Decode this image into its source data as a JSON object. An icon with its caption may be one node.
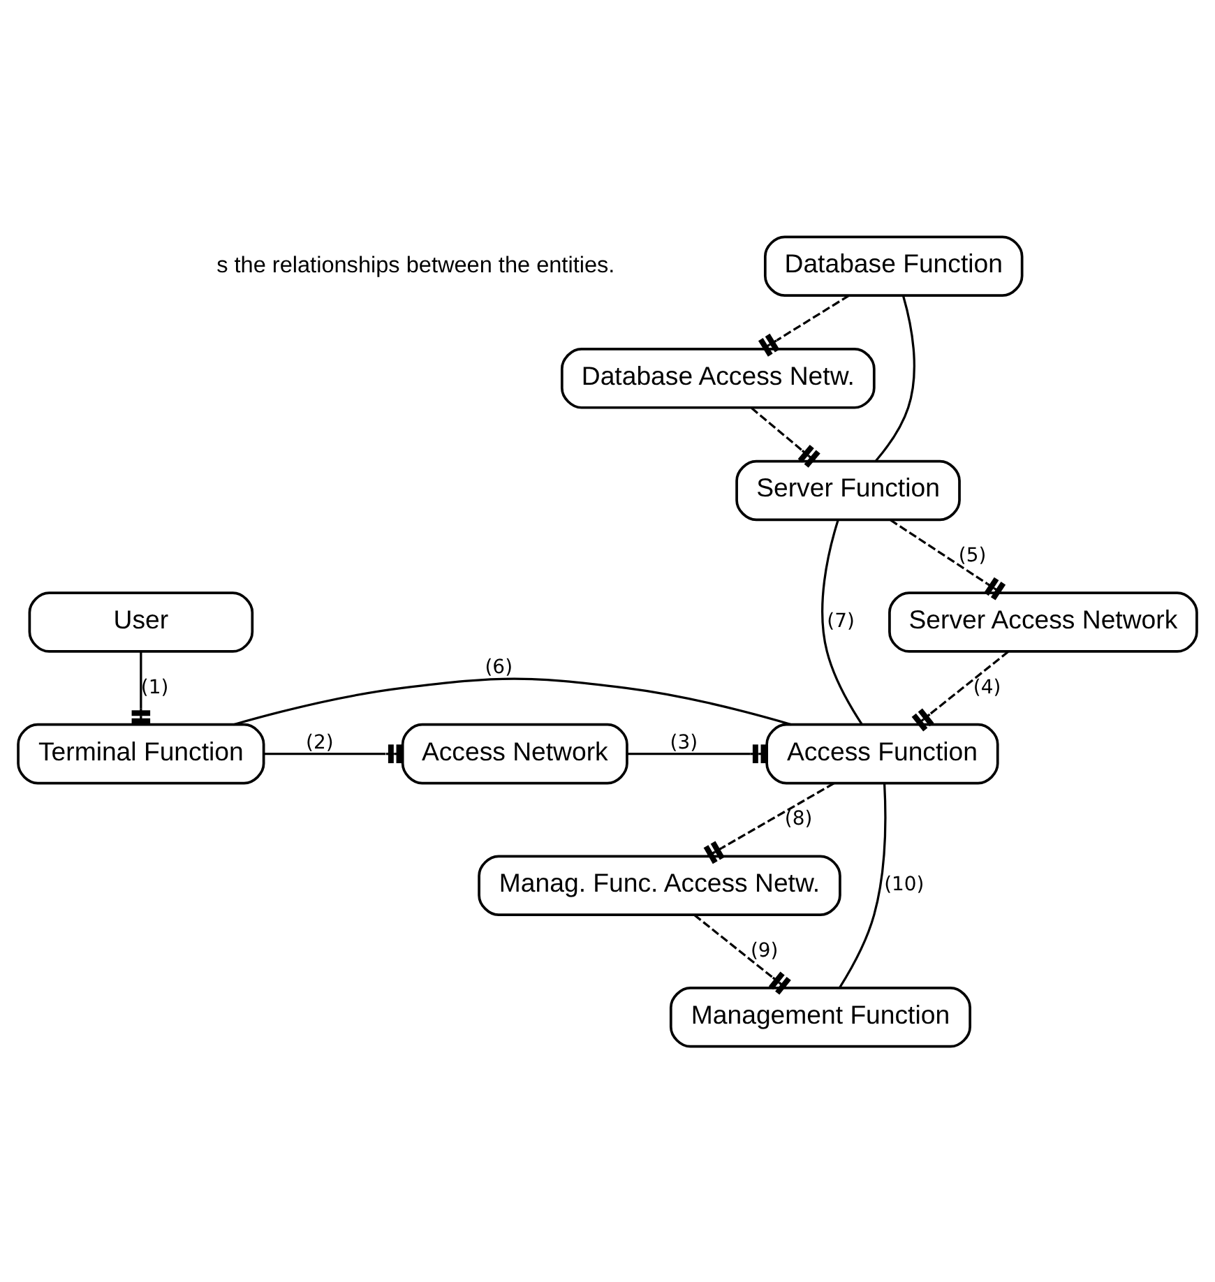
{
  "diagram": {
    "nodes": [
      {
        "text": [
          "Database Function"
        ]
      },
      {
        "text": [
          "Database Access Netw."
        ]
      },
      {
        "text": [
          "Server Function"
        ]
      },
      {
        "text": [
          "Server Access Network"
        ]
      },
      {
        "text": [
          "User"
        ]
      },
      {
        "text": [
          "Terminal Function"
        ]
      },
      {
        "text": [
          "Access Network"
        ]
      },
      {
        "text": [
          "Access Function"
        ]
      },
      {
        "text": [
          "Manag. Func. Access Netw."
        ]
      },
      {
        "text": [
          "Management Function"
        ]
      }
    ],
    "edges": [
      {
        "from": 4,
        "to": 5,
        "arrow": "other",
        "label": "(1)"
      },
      {
        "from": 5,
        "to": 6,
        "arrow": "other",
        "label": "(2)"
      },
      {
        "from": 6,
        "to": 7,
        "arrow": "other",
        "label": "(3)"
      },
      {
        "from": 3,
        "to": 7,
        "arrow": "other",
        "style": "dashed",
        "label": "(4)"
      },
      {
        "from": 2,
        "to": 3,
        "arrow": "other",
        "style": "dashed",
        "label": "(5)"
      },
      {
        "from": 5,
        "to": 7,
        "arrow": "none",
        "label": "(6)"
      },
      {
        "from": 2,
        "to": 7,
        "arrow": "none",
        "label": "(7)"
      },
      {
        "from": 7,
        "to": 8,
        "arrow": "other",
        "style": "dashed",
        "label": "(8)"
      },
      {
        "from": 8,
        "to": 9,
        "arrow": "other",
        "style": "dashed",
        "label": "(9)"
      },
      {
        "from": 7,
        "to": 9,
        "arrow": "none",
        "label": "(10)"
      },
      {
        "from": 0,
        "to": 1,
        "arrow": "other",
        "style": "dashed"
      },
      {
        "from": 1,
        "to": 2,
        "arrow": "other",
        "style": "dashed"
      },
      {
        "from": 0,
        "to": 2,
        "arrow": "none"
      }
    ],
    "labels": [
      "s the relationships between the entities."
    ]
  }
}
